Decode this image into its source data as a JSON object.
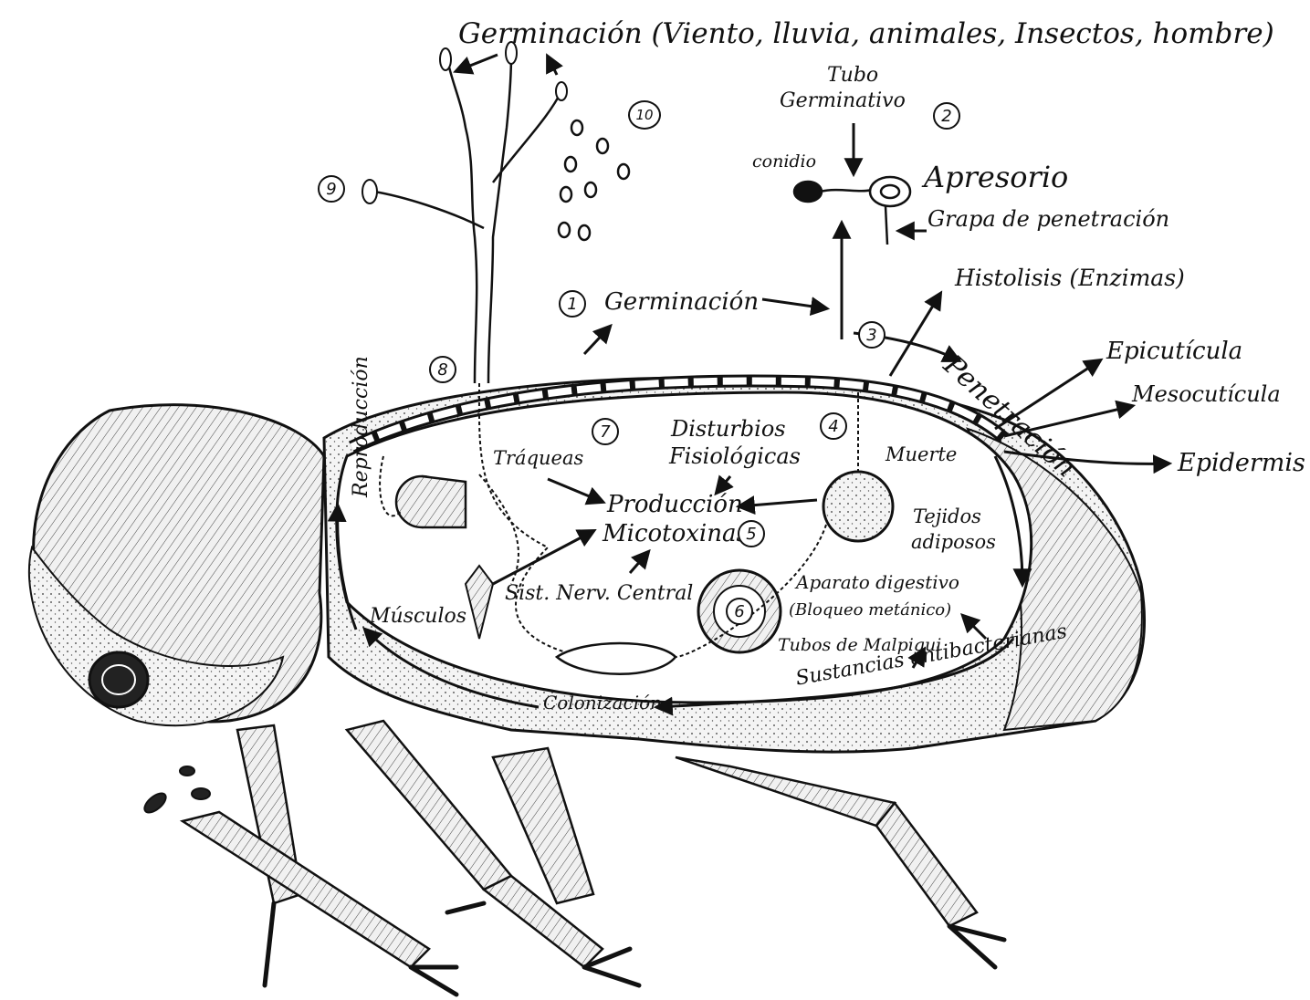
{
  "labels": {
    "germinacion_top": "Germinación (Viento, lluvia, animales, Insectos, hombre)",
    "tubo": "Tubo",
    "germinativo": "Germinativo",
    "conidio": "conidio",
    "apresorio": "Apresorio",
    "grapa": "Grapa de penetración",
    "histolisis": "Histolisis (Enzimas)",
    "germinacion_1": "Germinación",
    "penetracion": "Penetración",
    "epicuticula": "Epicutícula",
    "mesocuticula": "Mesocutícula",
    "epidermis": "Epidermis",
    "disturbios": "Disturbios",
    "fisiologicas": "Fisiológicas",
    "muerte": "Muerte",
    "traqueas": "Tráqueas",
    "produccion": "Producción",
    "micotoxinas": "Micotoxinas",
    "tejidos": "Tejidos",
    "adiposos": "adiposos",
    "sist_nerv": "Sist. Nerv. Central",
    "aparato": "Aparato digestivo",
    "bloqueo": "(Bloqueo metánico)",
    "tubos": "Tubos de Malpigui",
    "sustancias": "Sustancias antibacterianas",
    "musculos": "Músculos",
    "colonizacion": "Colonización",
    "reproduccion": "Reproducción"
  },
  "step_numbers": [
    "1",
    "2",
    "3",
    "4",
    "5",
    "6",
    "7",
    "8",
    "9",
    "10"
  ],
  "colors": {
    "ink": "#111111",
    "paper": "#ffffff",
    "body_fill": "#f2f2f2"
  }
}
